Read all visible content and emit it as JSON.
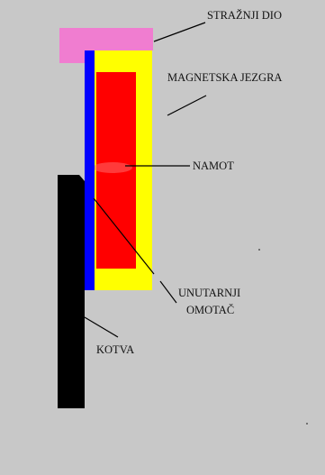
{
  "diagram": {
    "labels": {
      "back_part": "STRAŽNJI DIO",
      "magnetic_core": "MAGNETSKA JEZGRA",
      "winding": "NAMOT",
      "inner_sleeve_line1": "UNUTARNJI",
      "inner_sleeve_line2": "OMOTAČ",
      "armature": "KOTVA"
    },
    "colors": {
      "background": "#c8c8c8",
      "back_part": "#f07dd0",
      "magnetic_core": "#ffff00",
      "winding": "#ff0000",
      "inner_sleeve": "#0000ff",
      "armature": "#000000",
      "leader_line": "#000000"
    }
  }
}
